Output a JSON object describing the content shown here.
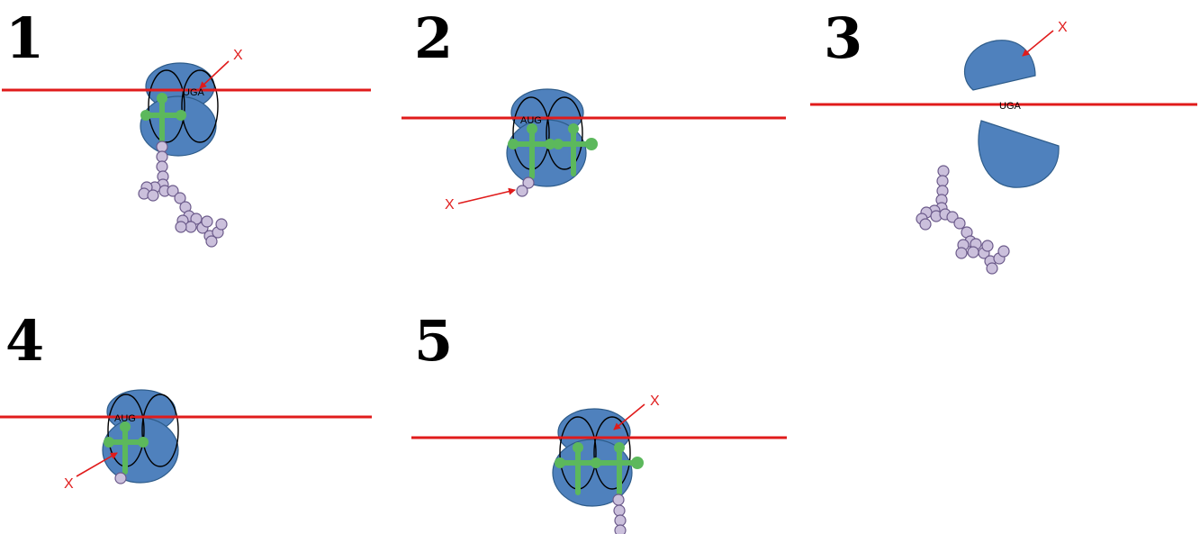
{
  "panels": [
    {
      "number": "1",
      "codon": "UGA",
      "x_label": "X"
    },
    {
      "number": "2",
      "codon": "AUG",
      "x_label": "X"
    },
    {
      "number": "3",
      "codon": "UGA",
      "x_label": "X"
    },
    {
      "number": "4",
      "codon": "AUG",
      "x_label": "X"
    },
    {
      "number": "5",
      "codon": "",
      "x_label": "X"
    }
  ],
  "colors": {
    "mrna": "#e01b1b",
    "ribosome": "#4f81bd",
    "trna": "#5cb85c",
    "amino_acid": "#cbc0dc",
    "arrow": "#e01b1b"
  }
}
